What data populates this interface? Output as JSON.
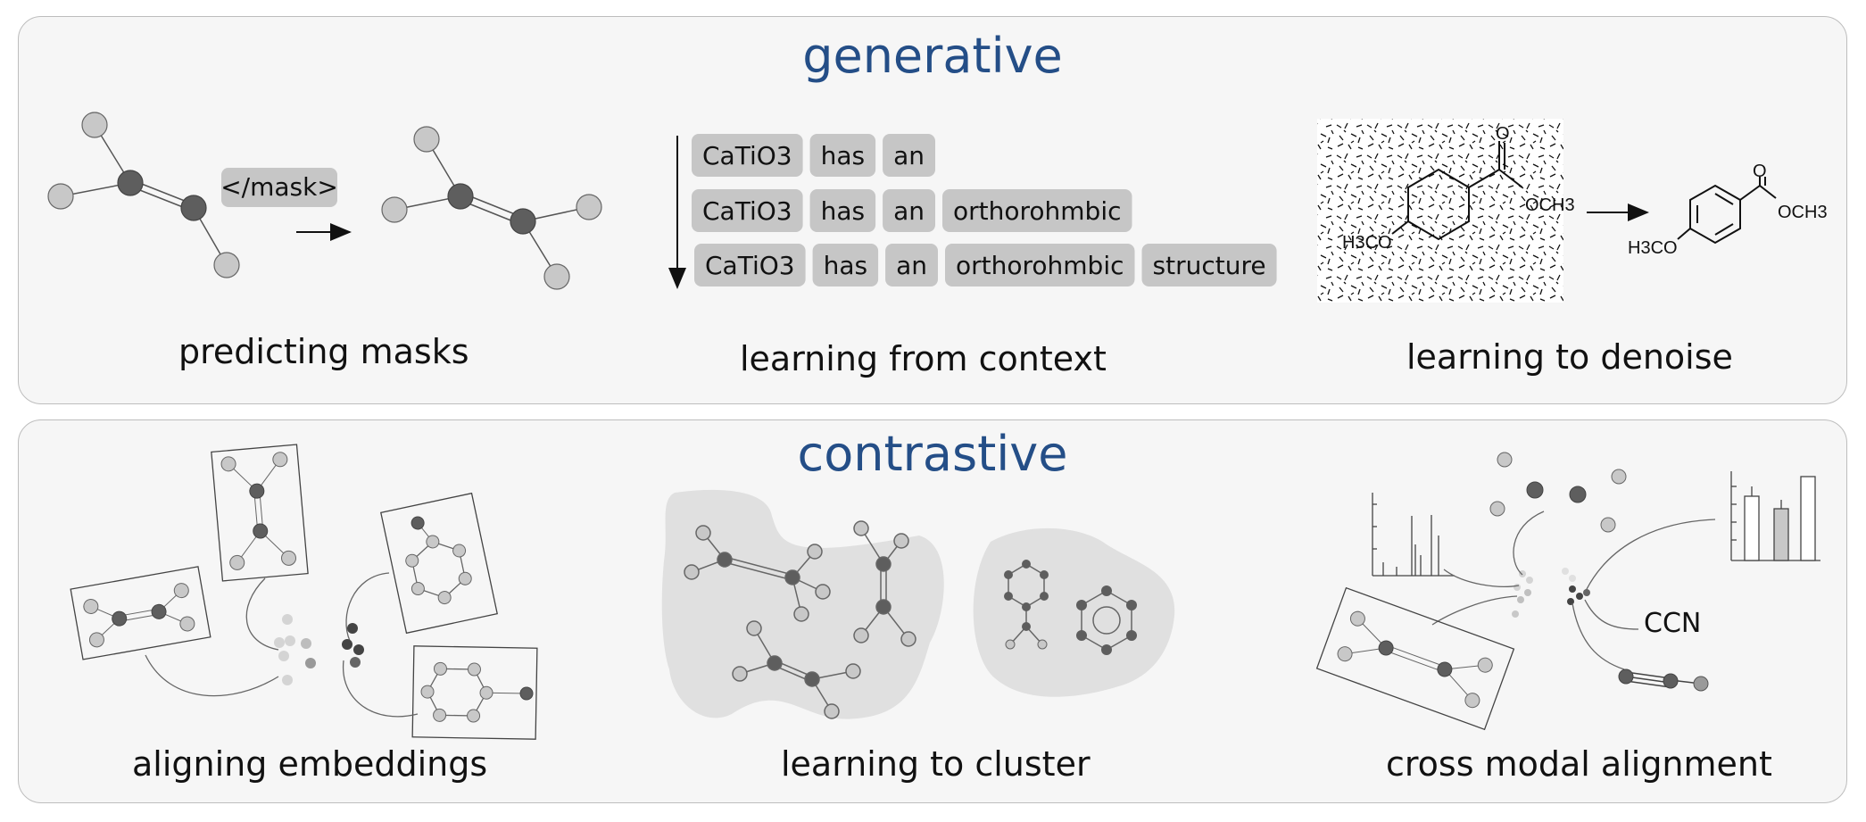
{
  "generative": {
    "title": "generative",
    "mask_token": "</mask>",
    "context_rows": [
      [
        "CaTiO3",
        "has",
        "an"
      ],
      [
        "CaTiO3",
        "has",
        "an",
        "orthorohmbic"
      ],
      [
        "CaTiO3",
        "has",
        "an",
        "orthorohmbic",
        "structure"
      ]
    ],
    "chem_labels": {
      "oxygen": "O",
      "ester": "OCH3",
      "methoxy": "H3CO"
    },
    "captions": {
      "masks": "predicting masks",
      "context": "learning from context",
      "denoise": "learning to denoise"
    }
  },
  "contrastive": {
    "title": "contrastive",
    "smiles": "CCN",
    "captions": {
      "embeddings": "aligning embeddings",
      "cluster": "learning to cluster",
      "crossmodal": "cross modal alignment"
    }
  },
  "colors": {
    "title": "#244e87",
    "panel": "#f6f6f6",
    "token": "#c6c6c6",
    "dark_atom": "#5e5e5e",
    "light_atom": "#c8c8c8"
  }
}
